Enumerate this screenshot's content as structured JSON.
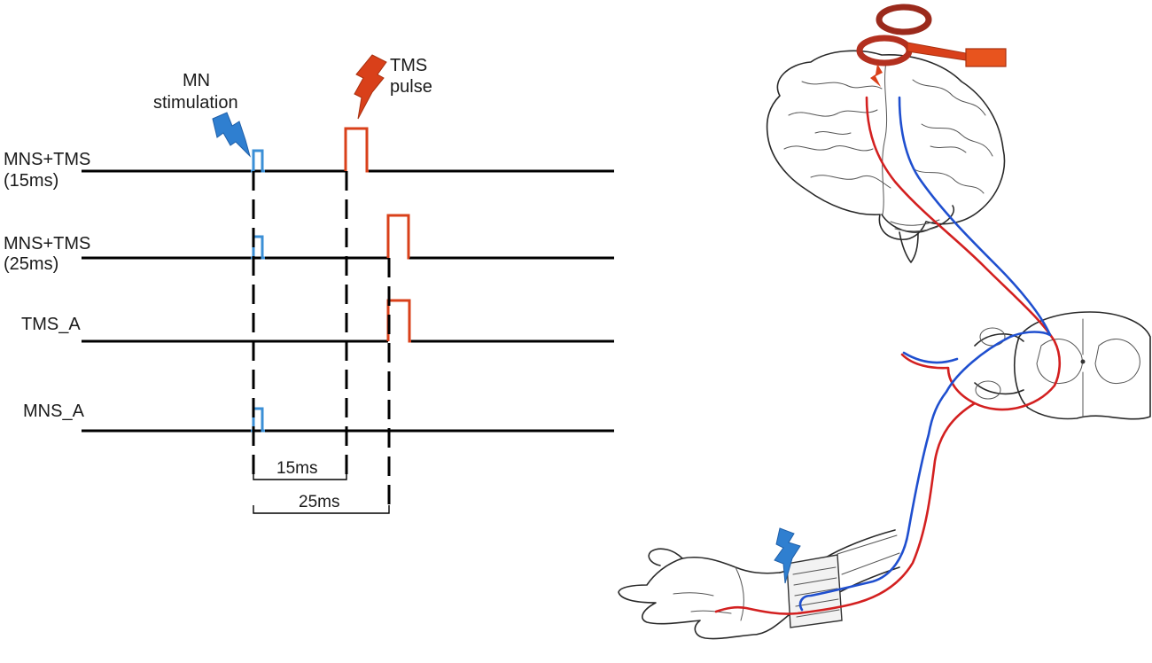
{
  "annotations": {
    "mn_line1": "MN",
    "mn_line2": "stimulation",
    "tms_line1": "TMS",
    "tms_line2": "pulse"
  },
  "rows": [
    {
      "line1": "MNS+TMS",
      "line2": "(15ms)"
    },
    {
      "line1": "MNS+TMS",
      "line2": "(25ms)"
    },
    {
      "line1": "TMS_A",
      "line2": ""
    },
    {
      "line1": "MNS_A",
      "line2": ""
    }
  ],
  "intervals": {
    "short": "15ms",
    "long": "25ms"
  },
  "colors": {
    "mn_stimulus": "#3b8fd6",
    "tms_pulse": "#d9401a",
    "afferent_nerve": "#1f4fcf",
    "efferent_nerve": "#d32020",
    "tms_coil": "#c0392b"
  }
}
